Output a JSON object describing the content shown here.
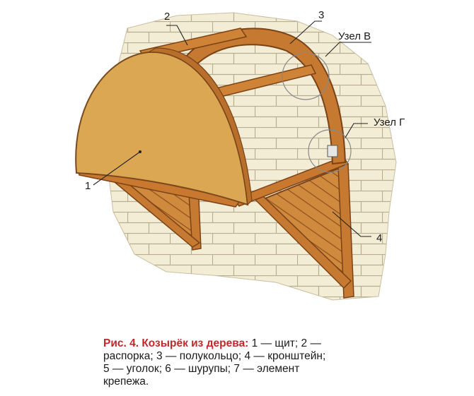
{
  "labels": {
    "n1": "1",
    "n2": "2",
    "n3": "3",
    "n4": "4",
    "node_v": "Узел В",
    "node_g": "Узел Г"
  },
  "caption": {
    "title": "Рис. 4. Козырёк из дерева:",
    "line1_rest": " 1 — щит; 2 —",
    "line2": "распорка; 3 — полукольцо; 4 — кронштейн;",
    "line3": "5 — уголок; 6 — шурупы; 7 — элемент",
    "line4": "крепежа."
  },
  "colors": {
    "brick_wall": "#f1ead0",
    "brick_line": "#b8ad90",
    "panel": "#dca855",
    "panel_edge": "#8a5a22",
    "wood": "#c9782f",
    "wood_dark": "#8e4f1c",
    "caption_title": "#c0282b"
  }
}
